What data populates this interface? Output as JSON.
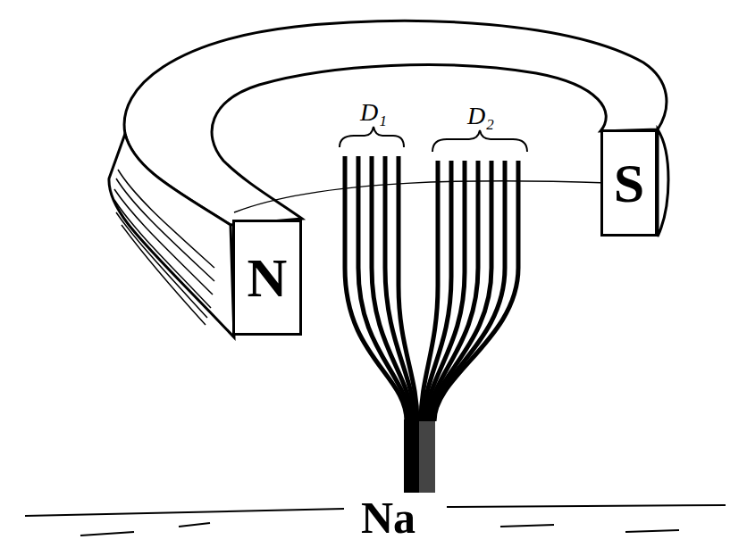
{
  "diagram": {
    "nodes": [
      {
        "text": [
          "N"
        ]
      },
      {
        "text": [
          "S"
        ]
      }
    ],
    "labels": [
      "D₁",
      "D₂",
      "Na"
    ]
  }
}
